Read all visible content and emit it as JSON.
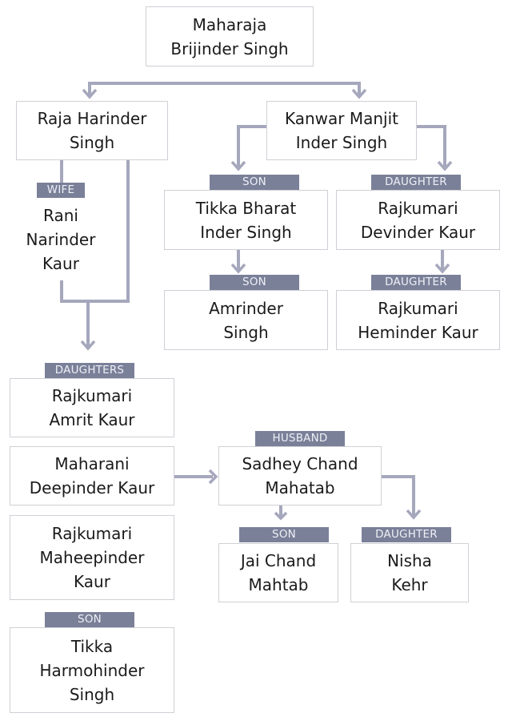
{
  "colors": {
    "connector": "#a5a7bc",
    "tag_bg": "#7b8099",
    "border": "#cfd0d6"
  },
  "people": {
    "root": "Maharaja\nBrijinder Singh",
    "raja": "Raja Harinder\nSingh",
    "kanwar": "Kanwar Manjit\nInder Singh",
    "tikka_bharat": "Tikka Bharat\nInder Singh",
    "devinder": "Rajkumari\nDevinder Kaur",
    "amrinder": "Amrinder\nSingh",
    "heminder": "Rajkumari\nHeminder Kaur",
    "rani": "Rani\nNarinder\nKaur",
    "amrit": "Rajkumari\nAmrit Kaur",
    "deepinder": "Maharani\nDeepinder Kaur",
    "maheepinder": "Rajkumari\nMaheepinder\nKaur",
    "harmohinder": "Tikka\nHarmohinder\nSingh",
    "sadhey": "Sadhey Chand\nMahatab",
    "jai": "Jai Chand\nMahtab",
    "nisha": "Nisha\nKehr"
  },
  "tags": {
    "tikka_bharat": "SON",
    "devinder": "DAUGHTER",
    "amrinder": "SON",
    "heminder": "DAUGHTER",
    "rani": "WIFE",
    "daughters": "DAUGHTERS",
    "harmohinder": "SON",
    "sadhey": "HUSBAND",
    "jai": "SON",
    "nisha": "DAUGHTER"
  }
}
